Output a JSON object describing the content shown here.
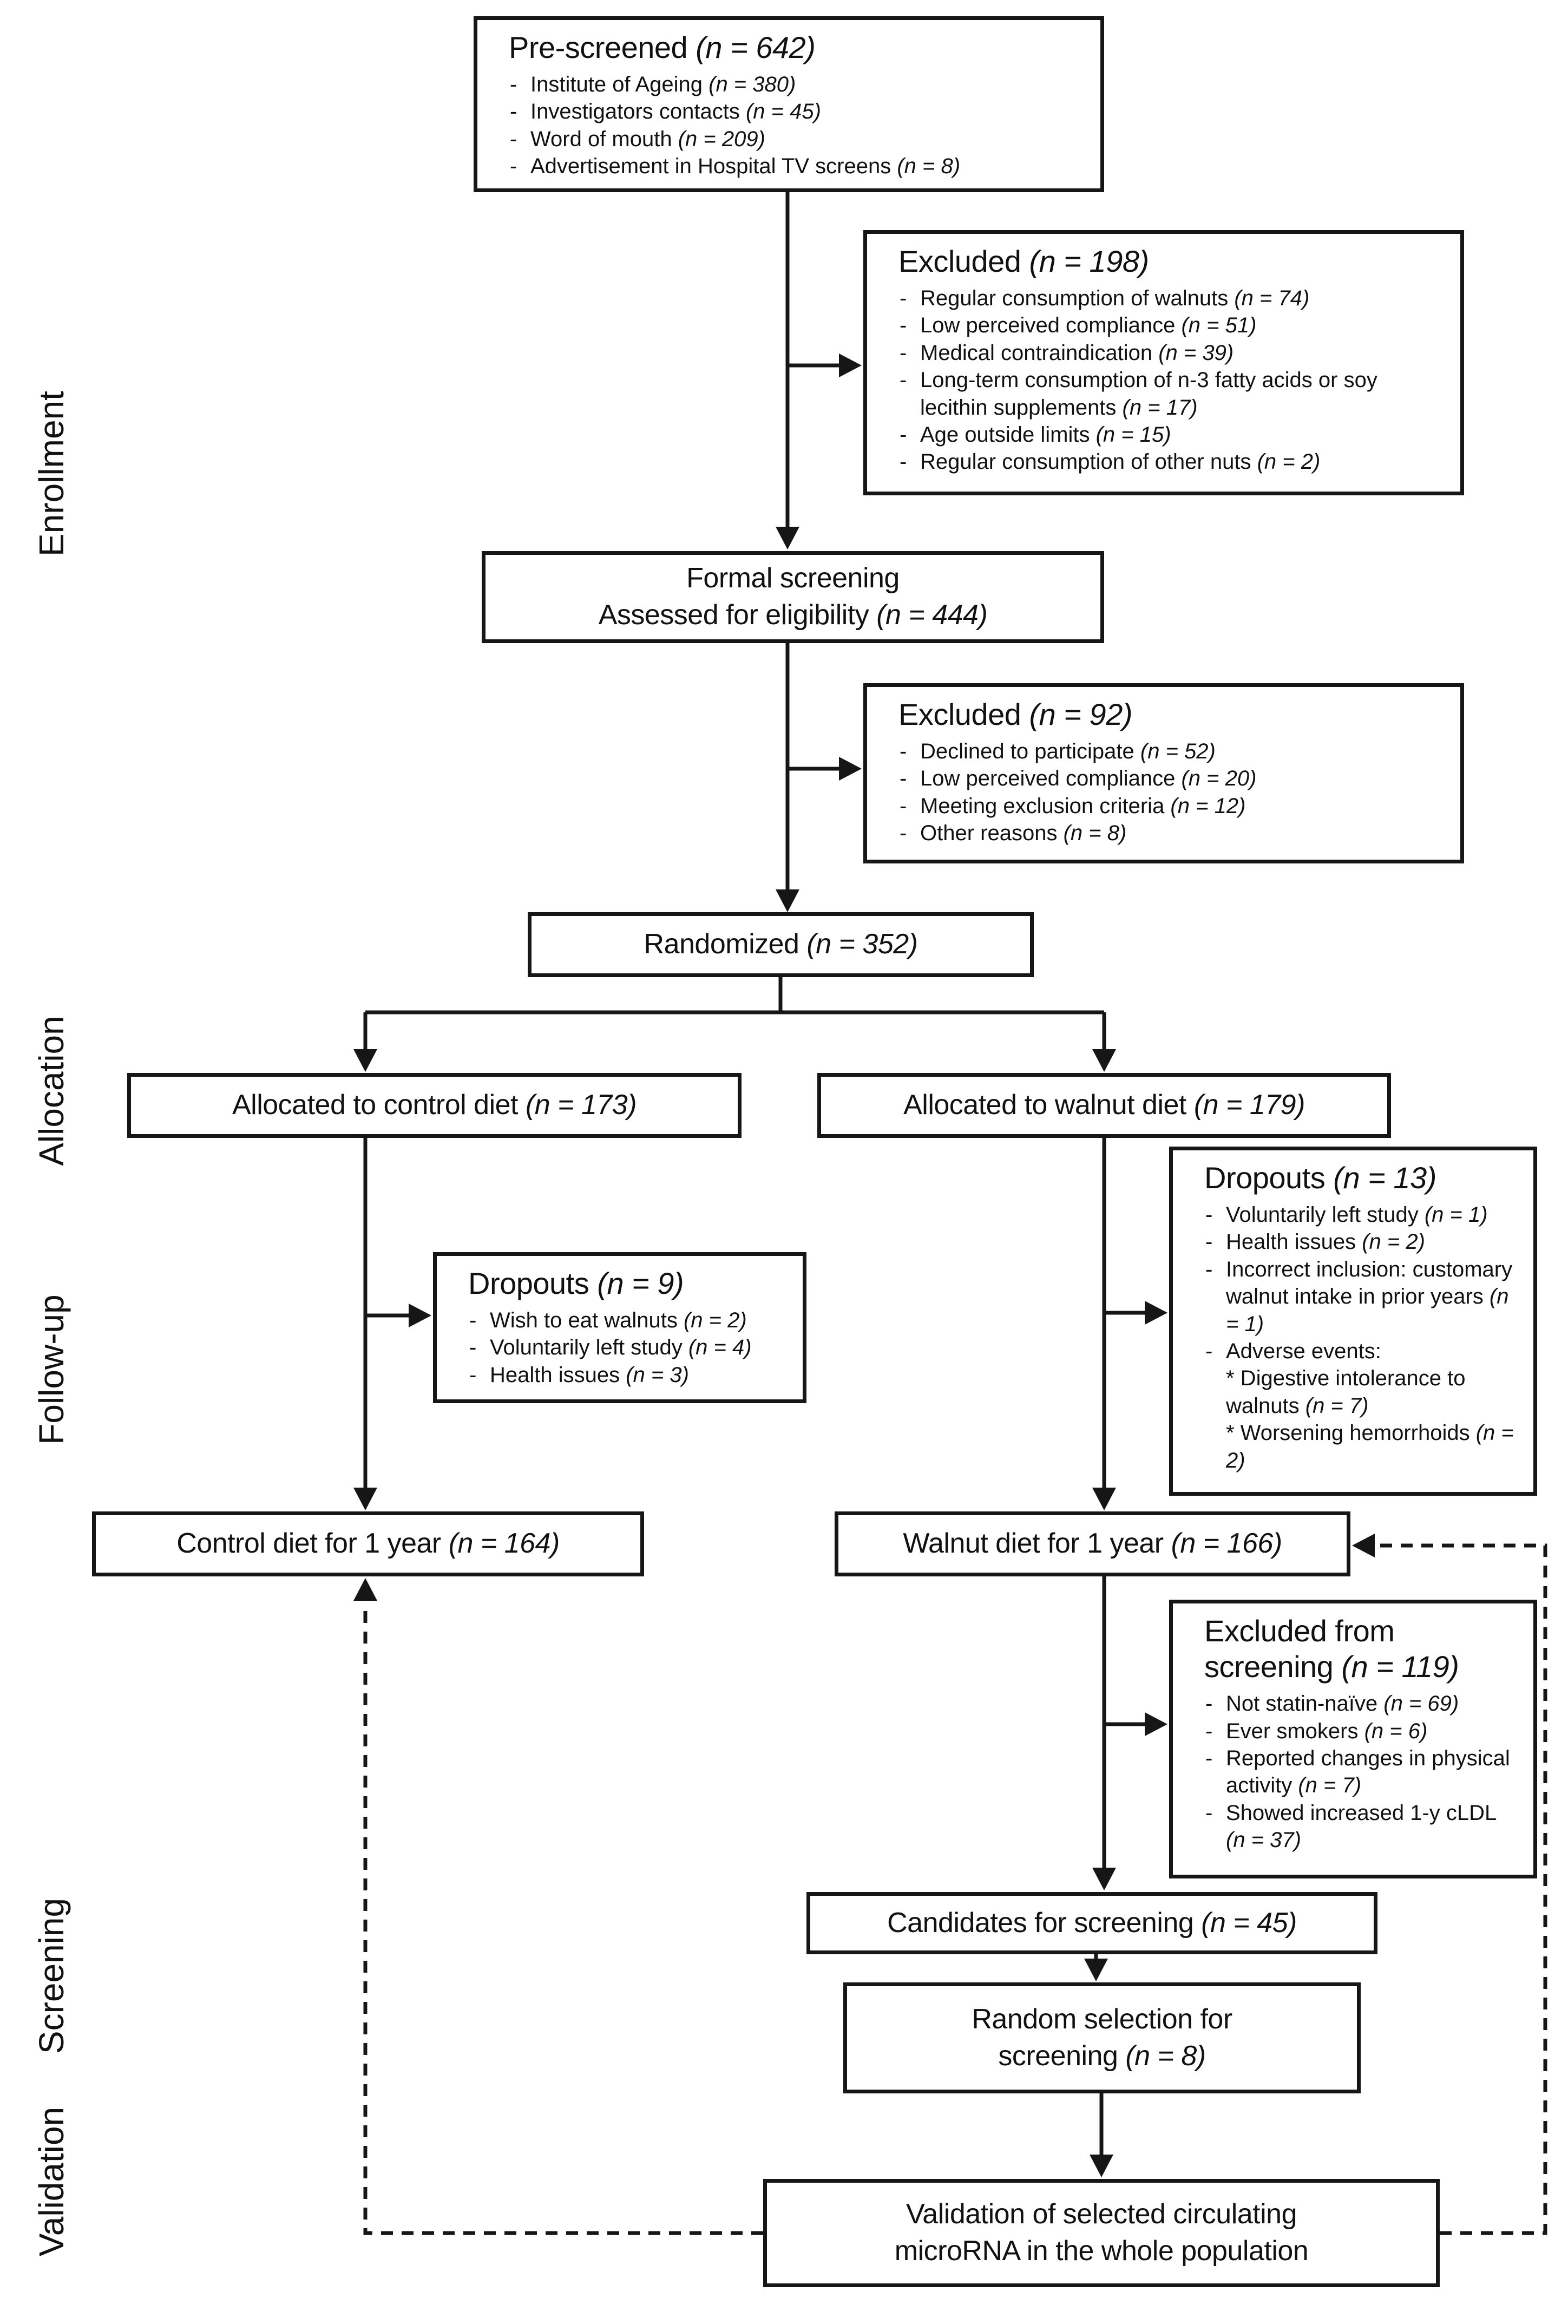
{
  "page": {
    "background": "#ffffff",
    "ink": "#111111"
  },
  "side_labels": [
    {
      "id": "enrollment",
      "text": "Enrollment"
    },
    {
      "id": "allocation",
      "text": "Allocation"
    },
    {
      "id": "follow_up",
      "text": "Follow-up"
    },
    {
      "id": "screening",
      "text": "Screening"
    },
    {
      "id": "validation",
      "text": "Validation"
    }
  ],
  "boxes": {
    "pre_screened": {
      "title": "Pre-screened ",
      "title_n": "(n = 642)",
      "items": [
        {
          "d": "-",
          "label": "Institute of Ageing ",
          "n": "(n = 380)"
        },
        {
          "d": "-",
          "label": "Investigators contacts ",
          "n": "(n = 45)"
        },
        {
          "d": "-",
          "label": "Word of mouth ",
          "n": "(n = 209)"
        },
        {
          "d": "-",
          "label": "Advertisement in Hospital TV screens ",
          "n": "(n = 8)"
        }
      ]
    },
    "excluded_prescreen": {
      "title": "Excluded ",
      "title_n": "(n = 198)",
      "items": [
        {
          "d": "-",
          "label": "Regular consumption of walnuts ",
          "n": "(n = 74)"
        },
        {
          "d": "-",
          "label": "Low perceived compliance ",
          "n": "(n = 51)"
        },
        {
          "d": "-",
          "label": "Medical contraindication ",
          "n": "(n = 39)"
        },
        {
          "d": "-",
          "label": "Long-term consumption of n-3 fatty acids or soy lecithin supplements ",
          "n": "(n = 17)"
        },
        {
          "d": "-",
          "label": "Age outside limits ",
          "n": "(n = 15)"
        },
        {
          "d": "-",
          "label": "Regular consumption of other nuts ",
          "n": "(n = 2)"
        }
      ]
    },
    "formal_screening": {
      "line1": "Formal screening",
      "line2": "Assessed for eligibility ",
      "n": "(n = 444)"
    },
    "excluded_eligibility": {
      "title": "Excluded ",
      "title_n": "(n = 92)",
      "items": [
        {
          "d": "-",
          "label": "Declined to participate ",
          "n": "(n = 52)"
        },
        {
          "d": "-",
          "label": "Low perceived compliance ",
          "n": "(n = 20)"
        },
        {
          "d": "-",
          "label": "Meeting exclusion criteria ",
          "n": "(n = 12)"
        },
        {
          "d": "-",
          "label": "Other reasons ",
          "n": "(n = 8)"
        }
      ]
    },
    "randomized": {
      "text": "Randomized ",
      "n": "(n = 352)"
    },
    "alloc_control": {
      "text": "Allocated to control diet ",
      "n": "(n = 173)"
    },
    "alloc_walnut": {
      "text": "Allocated to walnut diet ",
      "n": "(n = 179)"
    },
    "dropouts_walnut": {
      "title": "Dropouts ",
      "title_n": "(n = 13)",
      "items": [
        {
          "d": "-",
          "label": "Voluntarily left study ",
          "n": "(n = 1)"
        },
        {
          "d": "-",
          "label": "Health issues ",
          "n": "(n = 2)"
        },
        {
          "d": "-",
          "label": "Incorrect inclusion: customary walnut intake in prior years ",
          "n": "(n = 1)"
        },
        {
          "d": "-",
          "label": "Adverse events:",
          "n": ""
        },
        {
          "d": "",
          "label": "* Digestive intolerance to walnuts ",
          "n": "(n = 7)"
        },
        {
          "d": "",
          "label": "* Worsening hemorrhoids ",
          "n": "(n = 2)"
        }
      ]
    },
    "dropouts_control": {
      "title": "Dropouts ",
      "title_n": "(n = 9)",
      "items": [
        {
          "d": "-",
          "label": "Wish to eat walnuts ",
          "n": "(n = 2)"
        },
        {
          "d": "-",
          "label": "Voluntarily left study ",
          "n": "(n = 4)"
        },
        {
          "d": "-",
          "label": "Health issues ",
          "n": "(n = 3)"
        }
      ]
    },
    "control_1y": {
      "text": "Control diet for 1 year ",
      "n": "(n = 164)"
    },
    "walnut_1y": {
      "text": "Walnut diet for 1 year ",
      "n": "(n = 166)"
    },
    "excluded_from_screening": {
      "title": "Excluded from screening ",
      "title_n": "(n = 119)",
      "items": [
        {
          "d": "-",
          "label": "Not statin-naïve ",
          "n": "(n = 69)"
        },
        {
          "d": "-",
          "label": "Ever smokers ",
          "n": "(n = 6)"
        },
        {
          "d": "-",
          "label": "Reported changes in physical activity ",
          "n": "(n = 7)"
        },
        {
          "d": "-",
          "label": "Showed increased 1-y cLDL ",
          "n": "(n = 37)"
        }
      ]
    },
    "candidates": {
      "text": "Candidates for screening ",
      "n": "(n = 45)"
    },
    "random_selection": {
      "line1": "Random selection for",
      "line2": "screening ",
      "n": "(n = 8)"
    },
    "validation_box": {
      "line1": "Validation of selected circulating",
      "line2": "microRNA in the whole population"
    }
  }
}
